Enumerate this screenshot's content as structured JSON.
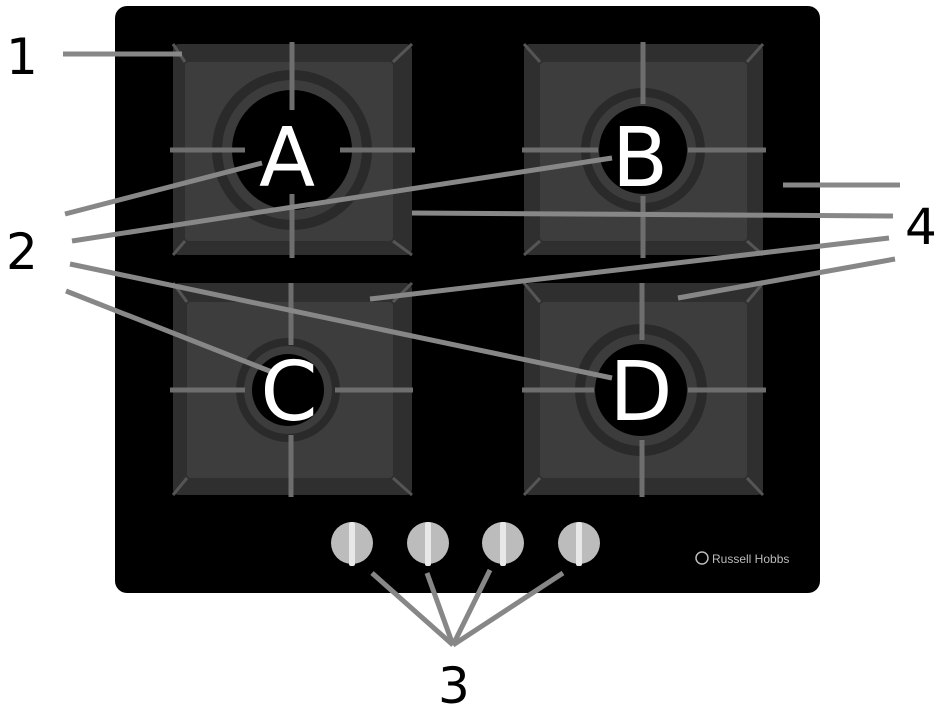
{
  "hob": {
    "brand": "Russell Hobbs",
    "burners": [
      {
        "id": "A",
        "label": "A",
        "size": "large"
      },
      {
        "id": "B",
        "label": "B",
        "size": "medium"
      },
      {
        "id": "C",
        "label": "C",
        "size": "small"
      },
      {
        "id": "D",
        "label": "D",
        "size": "medium"
      }
    ],
    "knob_count": 4
  },
  "callouts": {
    "c1": "1",
    "c2": "2",
    "c3": "3",
    "c4": "4"
  },
  "colors": {
    "hob_body": "#000000",
    "pan_support": "#3d3d3d",
    "pan_support_rim": "#2f2f2f",
    "grate_bar": "#6e6e6e",
    "leader_line": "#878787",
    "knob": "#bcbcbc",
    "letter": "#ffffff"
  }
}
